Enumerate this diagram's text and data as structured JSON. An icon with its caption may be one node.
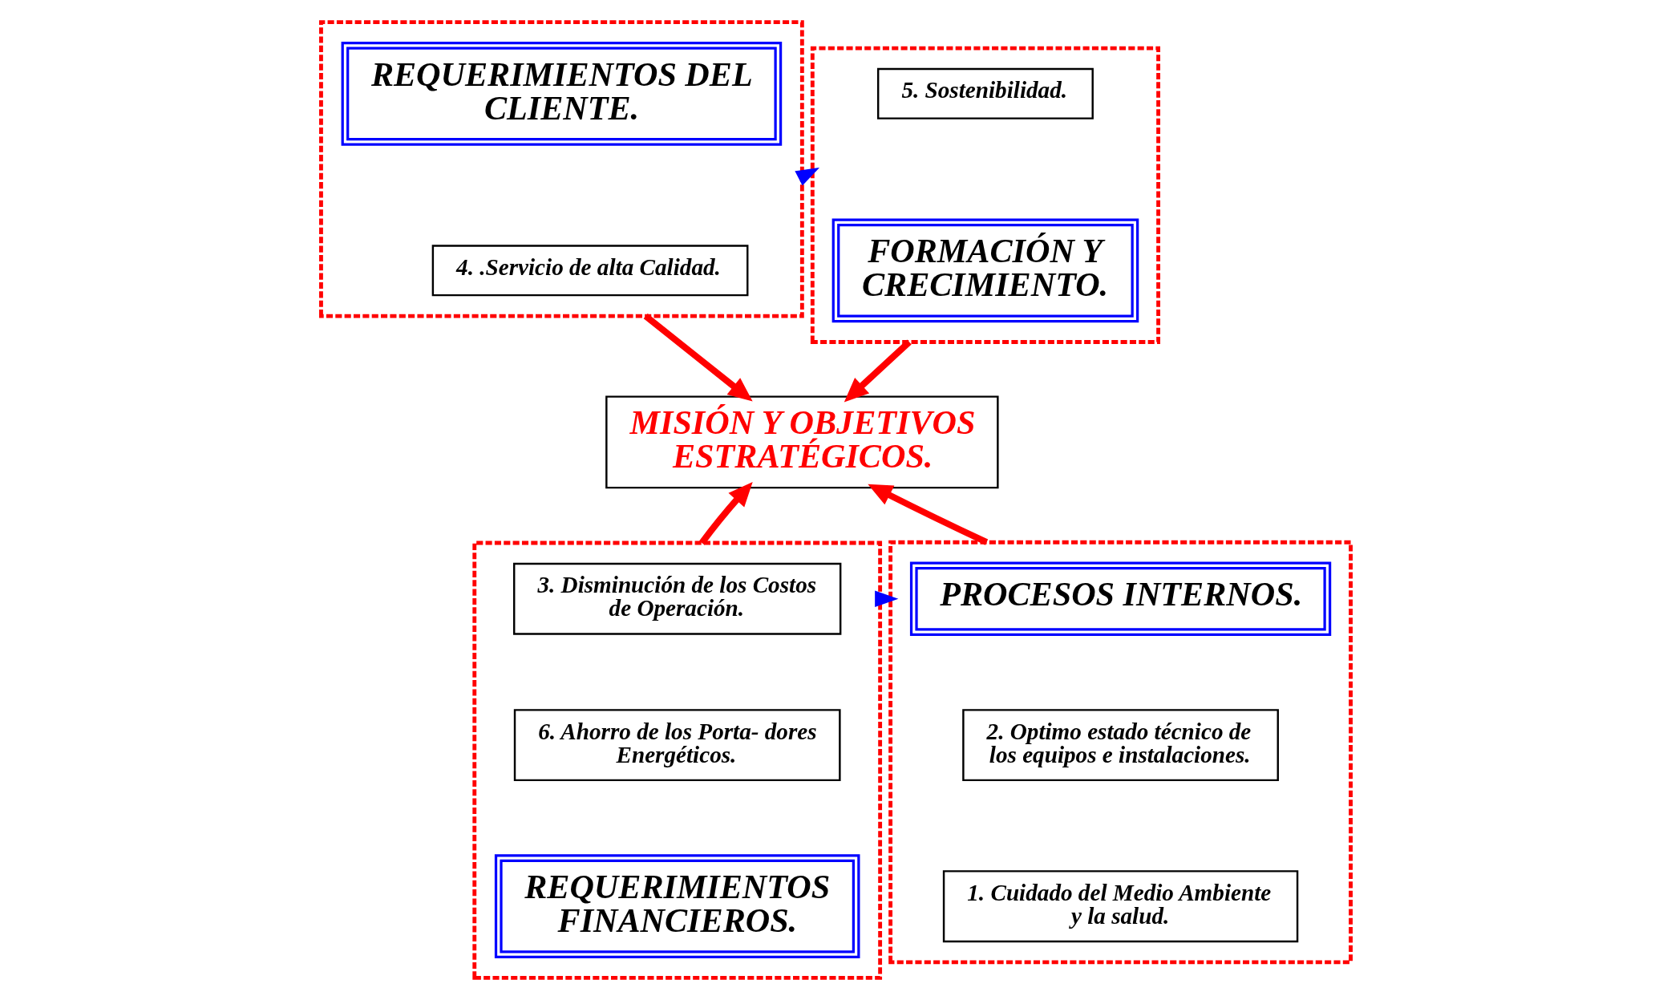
{
  "diagram": {
    "nodes": [
      {
        "text": [],
        "shape": "box"
      },
      {
        "text": [
          "REQUERIMIENTOS DEL CLIENTE."
        ],
        "in": 0
      },
      {
        "text": [
          "4. .Servicio de alta Calidad."
        ],
        "in": 0
      },
      {
        "text": [],
        "shape": "box"
      },
      {
        "text": [
          "5. Sostenibilidad."
        ],
        "in": 3
      },
      {
        "text": [
          "FORMACIÓN Y CRECIMIENTO."
        ],
        "in": 3
      },
      {
        "text": [
          "MISIÓN Y OBJETIVOS ESTRATÉGICOS."
        ]
      },
      {
        "text": [],
        "shape": "box"
      },
      {
        "text": [
          "3. Disminución de los Costos de Operación."
        ],
        "in": 7
      },
      {
        "text": [
          "6. Ahorro de los Porta- dores Energéticos."
        ],
        "in": 7
      },
      {
        "text": [
          "REQUERIMIENTOS FINANCIEROS."
        ],
        "in": 7
      },
      {
        "text": [],
        "shape": "box"
      },
      {
        "text": [
          "PROCESOS INTERNOS."
        ],
        "in": 11
      },
      {
        "text": [
          "2. Optimo estado técnico de los equipos e instalaciones."
        ],
        "in": 11
      },
      {
        "text": [
          "1. Cuidado del Medio Ambiente y la salud."
        ],
        "in": 11
      }
    ],
    "edges": [
      {
        "from": 0,
        "to": 3,
        "arrow": "to",
        "style": "dashed",
        "color": "#0000ff"
      },
      {
        "from": 0,
        "to": 6,
        "arrow": "to"
      },
      {
        "from": 7,
        "to": 6,
        "arrow": "to"
      },
      {
        "from": 3,
        "to": 6,
        "arrow": "to"
      },
      {
        "from": 11,
        "to": 6,
        "arrow": "to"
      },
      {
        "from": 7,
        "to": 11,
        "arrow": "to",
        "style": "dashed",
        "color": "#0000ff"
      }
    ]
  }
}
